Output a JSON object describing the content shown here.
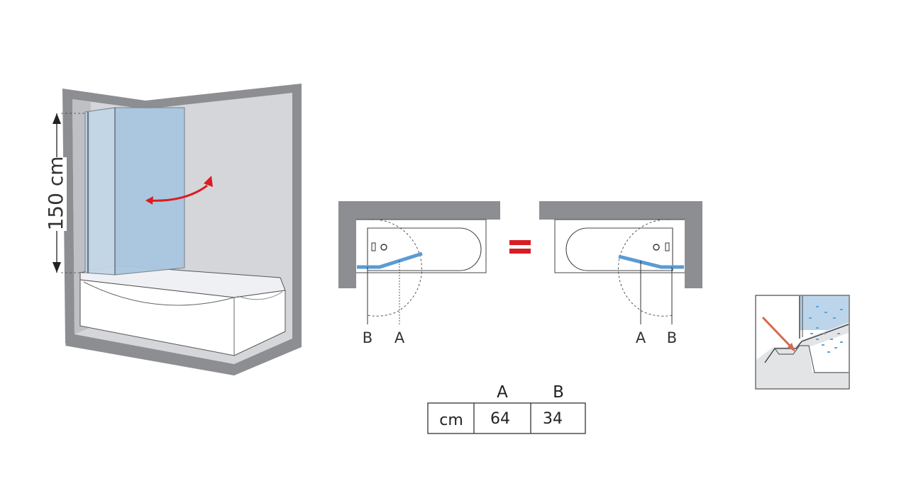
{
  "height_label": "150 cm",
  "plan_left": {
    "label_b": "B",
    "label_a": "A"
  },
  "plan_right": {
    "label_a": "A",
    "label_b": "B"
  },
  "table": {
    "col_a": "A",
    "col_b": "B",
    "unit": "cm",
    "value_a": "64",
    "value_b": "34"
  },
  "colors": {
    "wall": "#8c8d90",
    "wall_light": "#d4d5d8",
    "glass": "#a9c7e0",
    "arrow": "#d81e24",
    "equals": "#d81e24",
    "panel_line": "#5b9bd5"
  }
}
